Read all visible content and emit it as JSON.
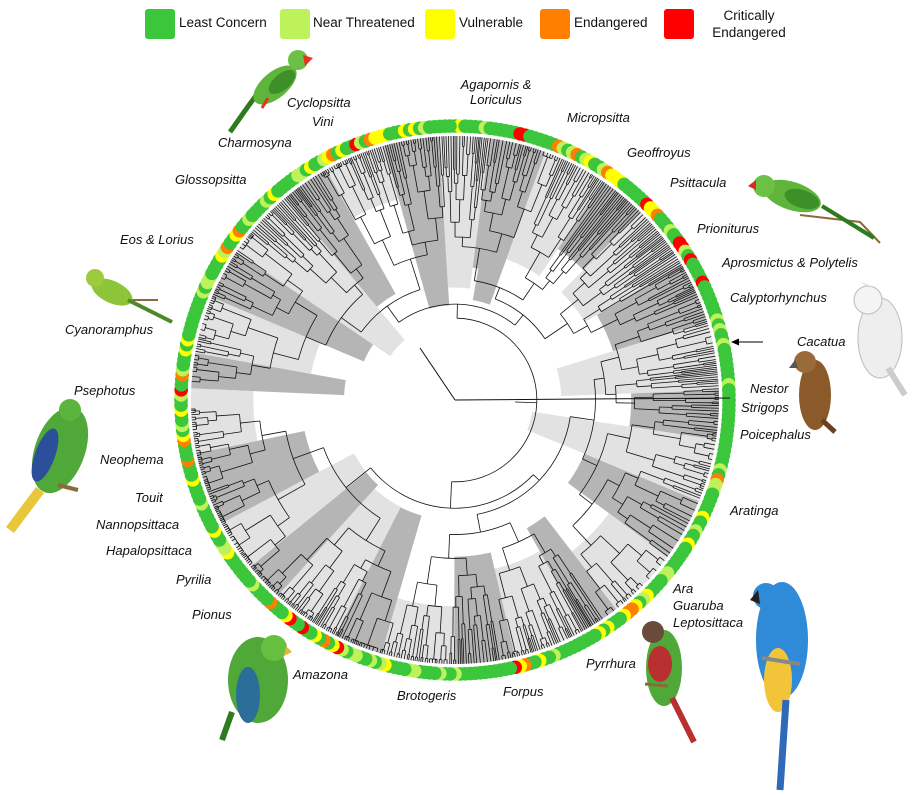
{
  "legend": [
    {
      "label": "Least Concern",
      "color": "#3cc63c"
    },
    {
      "label": "Near Threatened",
      "color": "#bdf25a"
    },
    {
      "label": "Vulnerable",
      "color": "#ffff00"
    },
    {
      "label": "Endangered",
      "color": "#ff8000"
    },
    {
      "label": "Critically Endangered",
      "label_line1": "Critically",
      "label_line2": "Endangered",
      "color": "#ff0000"
    }
  ],
  "genus_labels": {
    "agapornis": {
      "line1": "Agapornis &",
      "line2": "Loriculus"
    },
    "cyclopsitta": "Cyclopsitta",
    "vini": "Vini",
    "charmosyna": "Charmosyna",
    "micropsitta": "Micropsitta",
    "geoffroyus": "Geoffroyus",
    "psittacula": "Psittacula",
    "glossopsitta": "Glossopsitta",
    "prioniturus": "Prioniturus",
    "eos_lorius": "Eos & Lorius",
    "aprosmictus": "Aprosmictus & Polytelis",
    "calyptorhynchus": "Calyptorhynchus",
    "cyanoramphus": "Cyanoramphus",
    "cacatua": "Cacatua",
    "nestor": "Nestor",
    "strigops": "Strigops",
    "psephotus": "Psephotus",
    "poicephalus": "Poicephalus",
    "neophema": "Neophema",
    "touit": "Touit",
    "aratinga": "Aratinga",
    "nannopsittaca": "Nannopsittaca",
    "hapalopsittaca": "Hapalopsittaca",
    "ara": "Ara",
    "guaruba": "Guaruba",
    "leptosittaca": "Leptosittaca",
    "pyrilia": "Pyrilia",
    "pionus": "Pionus",
    "pyrrhura": "Pyrrhura",
    "amazona": "Amazona",
    "forpus": "Forpus",
    "brotogeris": "Brotogeris"
  },
  "illustrations": [
    "charmosyna-parrot",
    "psittacula-parakeet",
    "cyanoramphus-parakeet",
    "cacatua-cockatoo",
    "nestor-kaka",
    "psephotus-parrot",
    "amazona-parrot",
    "pyrrhura-conure",
    "ara-macaw"
  ]
}
